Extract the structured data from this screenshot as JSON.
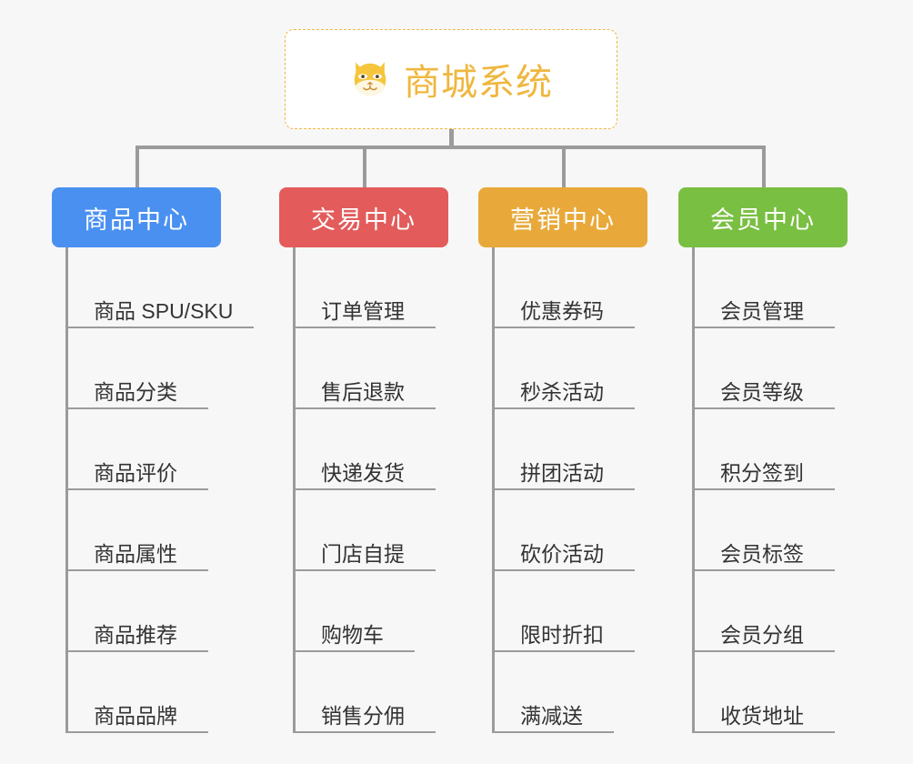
{
  "diagram": {
    "type": "mindmap-tree",
    "background_color": "#f7f7f7",
    "connector_color": "#9b9b9b",
    "root": {
      "title": "商城系统",
      "icon": "dog-face-emoji",
      "icon_glyph": "🐶",
      "border_color": "#efb73f",
      "text_color": "#efb73f",
      "background_color": "#ffffff"
    },
    "branches": [
      {
        "label": "商品中心",
        "color": "#4a90f0",
        "items": [
          "商品 SPU/SKU",
          "商品分类",
          "商品评价",
          "商品属性",
          "商品推荐",
          "商品品牌"
        ]
      },
      {
        "label": "交易中心",
        "color": "#e35b5b",
        "items": [
          "订单管理",
          "售后退款",
          "快递发货",
          "门店自提",
          "购物车",
          "销售分佣"
        ]
      },
      {
        "label": "营销中心",
        "color": "#e8a93a",
        "items": [
          "优惠券码",
          "秒杀活动",
          "拼团活动",
          "砍价活动",
          "限时折扣",
          "满减送"
        ]
      },
      {
        "label": "会员中心",
        "color": "#79bf42",
        "items": [
          "会员管理",
          "会员等级",
          "积分签到",
          "会员标签",
          "会员分组",
          "收货地址"
        ]
      }
    ]
  }
}
